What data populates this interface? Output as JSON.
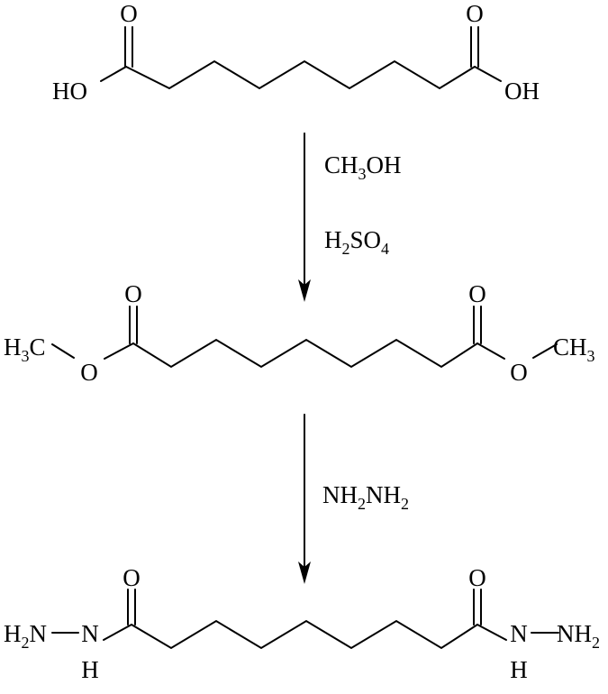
{
  "molecules": {
    "diacid": {
      "o_left": "O",
      "o_right": "O",
      "end_left": "HO",
      "end_right": "OH"
    },
    "diester": {
      "o_left": "O",
      "o_right": "O",
      "ester_o_left": "O",
      "ester_o_right": "O",
      "methyl_left": {
        "main": "H",
        "sub": "3",
        "tail": "C"
      },
      "methyl_right": {
        "main": "CH",
        "sub": "3"
      }
    },
    "dihydrazide": {
      "o_left": "O",
      "o_right": "O",
      "nh2_left": {
        "main": "H",
        "sub": "2",
        "tail": "N"
      },
      "n_left": "N",
      "h_left": "H",
      "n_right": "N",
      "h_right": "H",
      "nh2_right": {
        "main": "NH",
        "sub": "2"
      }
    }
  },
  "reagents": {
    "step1_line1": {
      "a": "CH",
      "sub": "3",
      "b": "OH"
    },
    "step1_line2": {
      "a": "H",
      "sub1": "2",
      "b": "SO",
      "sub2": "4"
    },
    "step2_line1": {
      "a": "NH",
      "sub1": "2",
      "b": "NH",
      "sub2": "2"
    }
  }
}
